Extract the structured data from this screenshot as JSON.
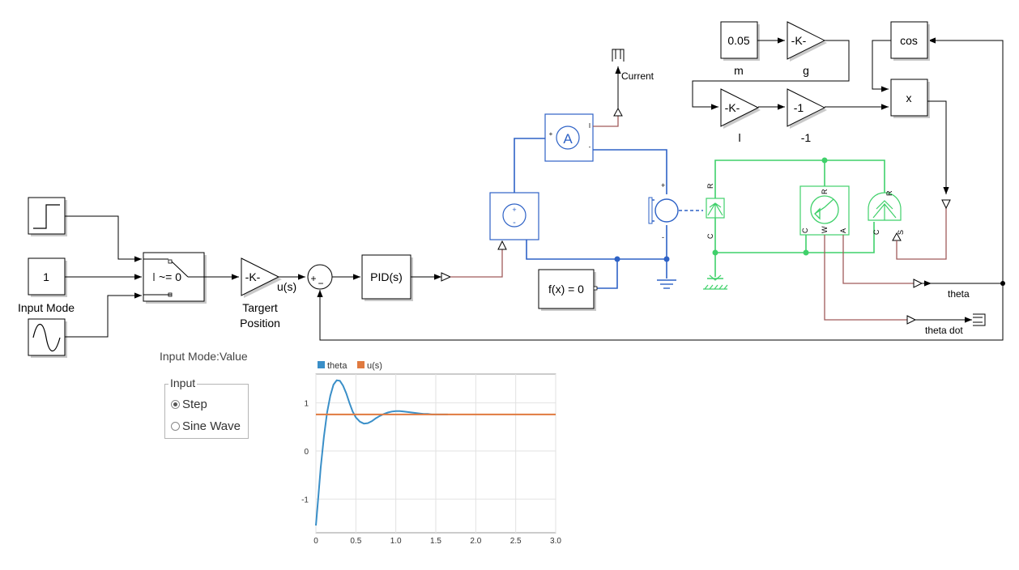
{
  "blocks": {
    "constant_input": "1",
    "input_mode_label": "Input Mode",
    "switch_label": "~= 0",
    "gain_target": "-K-",
    "target_label_1": "Targert",
    "target_label_2": "Position",
    "u_label": "u(s)",
    "sum_plus": "+",
    "sum_minus": "−",
    "pid": "PID(s)",
    "solver": "f(x) = 0",
    "ammeter": "A",
    "current_label": "Current",
    "const_m": "0.05",
    "m_label": "m",
    "gain_g": "-K-",
    "g_label": "g",
    "gain_l": "-K-",
    "l_label": "l",
    "gain_neg1": "-1",
    "neg1_label": "-1",
    "cos": "cos",
    "mult": "x",
    "theta_label": "theta",
    "theta_dot_label": "theta dot",
    "port_plus": "+",
    "port_minus": "-",
    "port_r": "R",
    "port_c": "C",
    "port_w": "W",
    "port_a": "A",
    "port_s": "S",
    "port_i": "I"
  },
  "panel": {
    "mode_value_label": "Input Mode:Value",
    "group_title": "Input",
    "options": [
      {
        "label": "Step",
        "selected": true
      },
      {
        "label": "Sine Wave",
        "selected": false
      }
    ]
  },
  "colors": {
    "electrical": "#2e62c6",
    "mechanical": "#3fd06a",
    "physical_signal": "#a05a5a",
    "theta_series": "#3a8fc8",
    "u_series": "#e07a3f"
  },
  "chart_data": {
    "type": "line",
    "xlim": [
      0,
      3.0
    ],
    "ylim": [
      -1.7,
      1.6
    ],
    "xticks": [
      "0",
      "0.5",
      "1.0",
      "1.5",
      "2.0",
      "2.5",
      "3.0"
    ],
    "xtick_values": [
      0,
      0.5,
      1.0,
      1.5,
      2.0,
      2.5,
      3.0
    ],
    "yticks": [
      "1",
      "0",
      "-1"
    ],
    "ytick_values": [
      1,
      0,
      -1
    ],
    "grid": true,
    "legend": "top-left",
    "series": [
      {
        "name": "theta",
        "x": [
          0,
          0.03,
          0.06,
          0.1,
          0.14,
          0.18,
          0.22,
          0.26,
          0.3,
          0.34,
          0.38,
          0.42,
          0.46,
          0.5,
          0.55,
          0.6,
          0.65,
          0.7,
          0.75,
          0.8,
          0.85,
          0.9,
          0.95,
          1.0,
          1.05,
          1.1,
          1.15,
          1.2,
          1.25,
          1.3,
          1.35,
          1.4,
          1.45,
          1.5,
          1.55,
          1.6,
          1.65
        ],
        "y": [
          -1.55,
          -0.95,
          -0.35,
          0.3,
          0.8,
          1.15,
          1.38,
          1.47,
          1.46,
          1.36,
          1.2,
          1.0,
          0.82,
          0.7,
          0.61,
          0.57,
          0.58,
          0.62,
          0.68,
          0.73,
          0.77,
          0.8,
          0.82,
          0.83,
          0.83,
          0.82,
          0.81,
          0.8,
          0.79,
          0.78,
          0.77,
          0.77,
          0.76,
          0.76,
          0.76,
          0.76,
          0.76
        ]
      },
      {
        "name": "u(s)",
        "x": [
          0,
          3.0
        ],
        "y": [
          0.76,
          0.76
        ]
      }
    ]
  }
}
